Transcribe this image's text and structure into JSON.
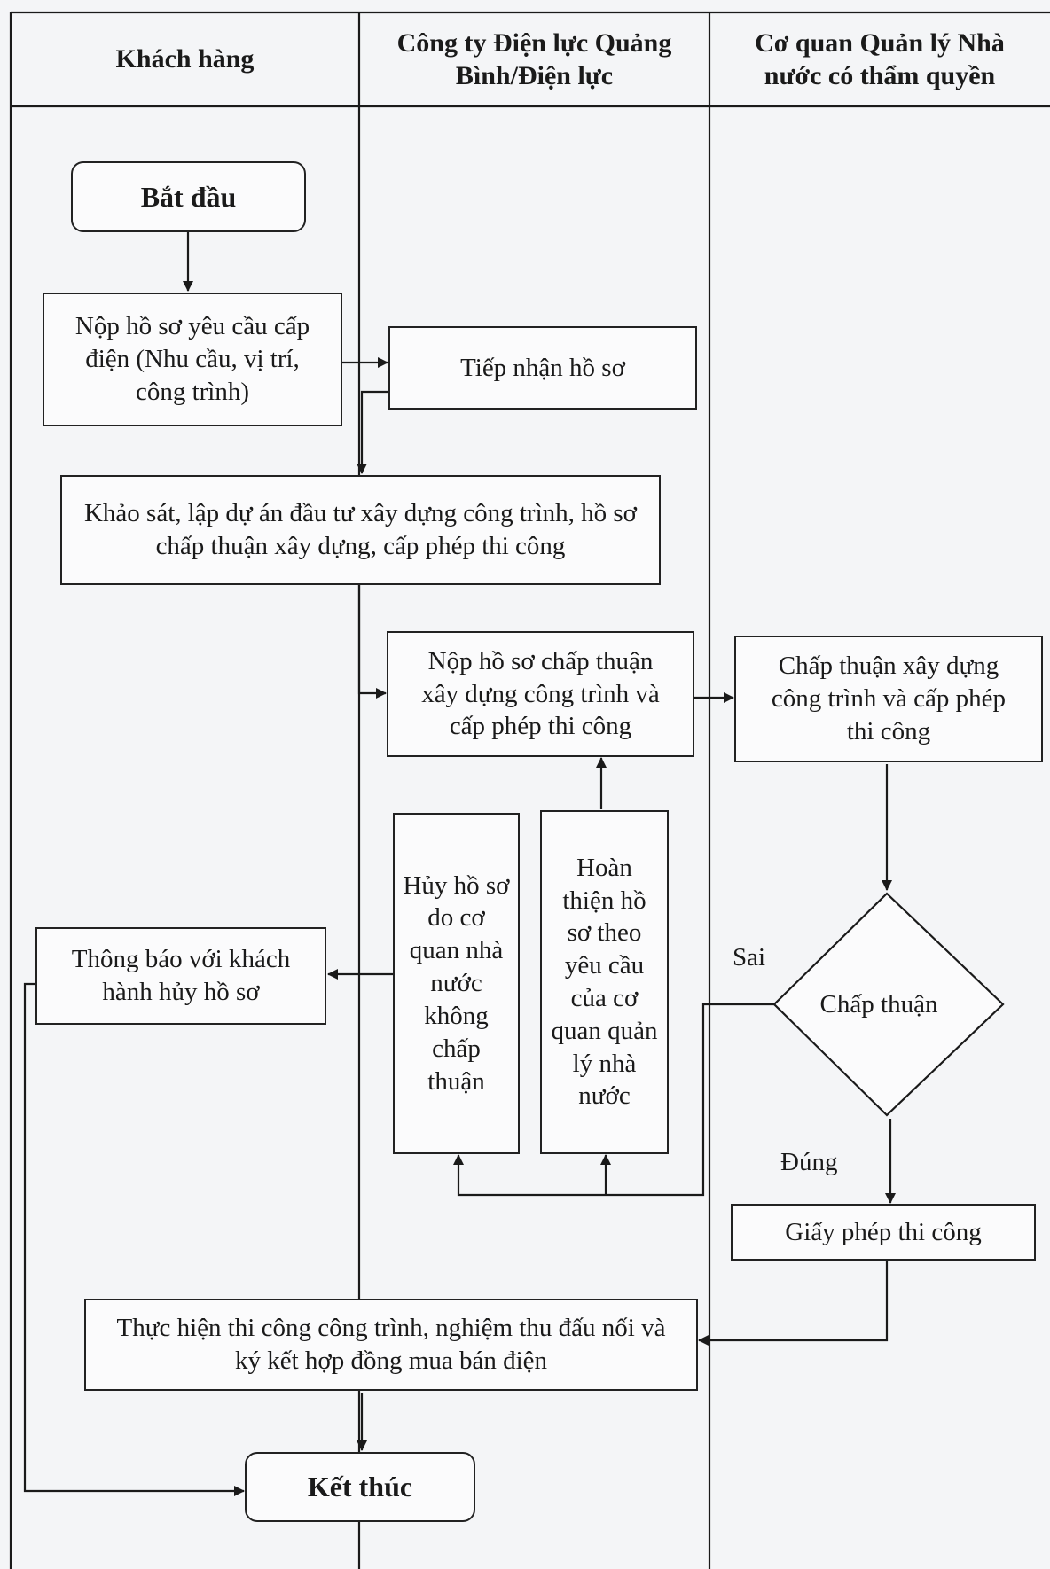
{
  "lanes": {
    "customer": "Khách hàng",
    "power_company": "Công ty Điện lực Quảng Bình/Điện lực",
    "authority": "Cơ quan Quản lý Nhà nước có thẩm quyền"
  },
  "nodes": {
    "start": "Bắt đầu",
    "submit_request": "Nộp hồ sơ yêu cầu cấp điện (Nhu cầu, vị trí, công trình)",
    "receive": "Tiếp nhận hồ sơ",
    "survey": "Khảo sát, lập dự án đầu tư xây dựng công trình, hồ sơ chấp thuận xây dựng, cấp phép thi công",
    "submit_approval": "Nộp hồ sơ chấp thuận xây dựng công trình và cấp phép thi công",
    "approve_construction": "Chấp thuận xây dựng công trình và cấp phép thi công",
    "cancel": "Hủy hồ sơ do cơ quan nhà nước không chấp thuận",
    "complete": "Hoàn thiện hồ sơ theo yêu cầu của cơ quan quản lý nhà nước",
    "notify": "Thông báo với khách hành hủy hồ sơ",
    "decision": "Chấp thuận",
    "permit": "Giấy phép thi công",
    "execute": "Thực hiện thi công công trình, nghiệm thu đấu nối và ký kết hợp đồng mua bán điện",
    "end": "Kết thúc"
  },
  "labels": {
    "no": "Sai",
    "yes": "Đúng"
  },
  "colors": {
    "background": "#f4f5f7",
    "line": "#1a1a1a"
  }
}
